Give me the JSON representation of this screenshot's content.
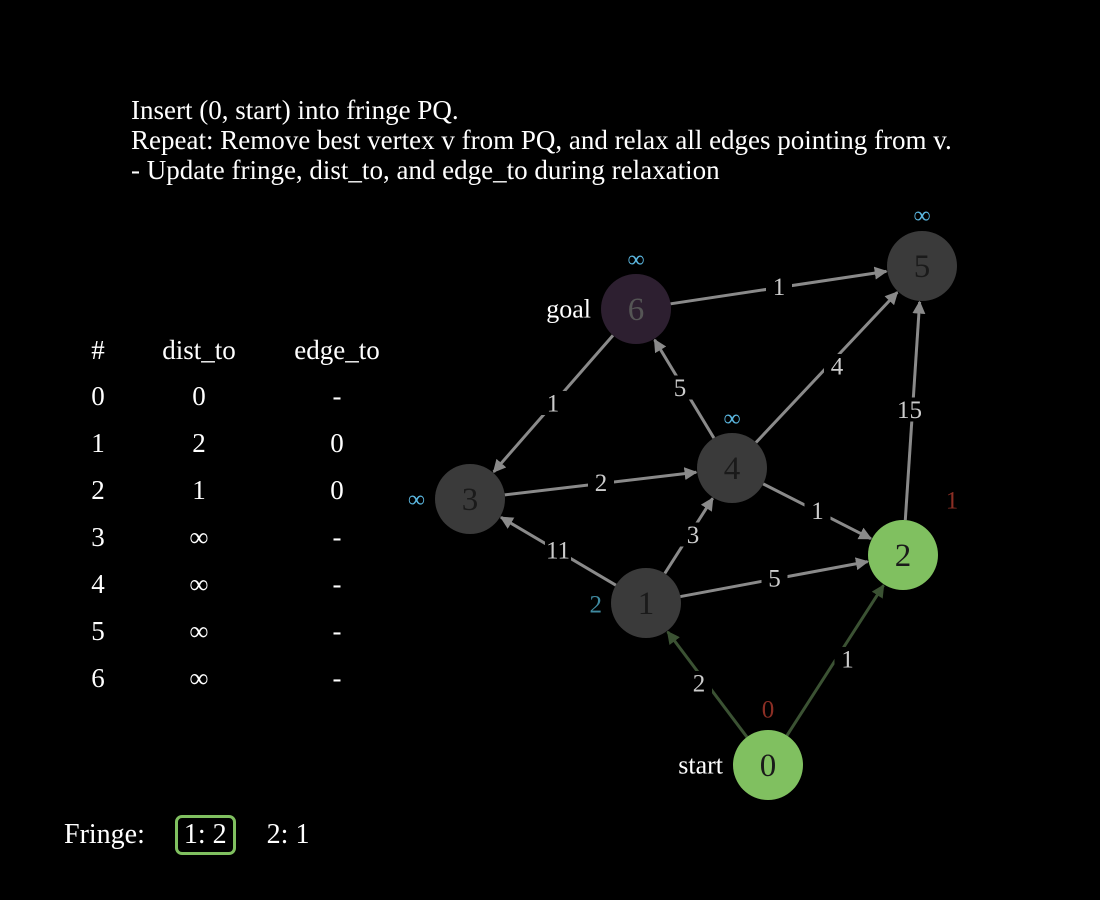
{
  "instructions": [
    "Insert (0, start) into fringe PQ.",
    "Repeat: Remove best vertex v from PQ, and relax all edges pointing from v.",
    "- Update fringe, dist_to, and edge_to during relaxation"
  ],
  "table": {
    "headers": [
      "#",
      "dist_to",
      "edge_to"
    ],
    "rows": [
      [
        "0",
        "0",
        "-"
      ],
      [
        "1",
        "2",
        "0"
      ],
      [
        "2",
        "1",
        "0"
      ],
      [
        "3",
        "∞",
        "-"
      ],
      [
        "4",
        "∞",
        "-"
      ],
      [
        "5",
        "∞",
        "-"
      ],
      [
        "6",
        "∞",
        "-"
      ]
    ]
  },
  "fringe": {
    "label": "Fringe:",
    "items": [
      {
        "text": "1: 2",
        "selected": true
      },
      {
        "text": "2: 1",
        "selected": false
      }
    ]
  },
  "colors": {
    "node_default": "#3a3a3a",
    "node_visited": "#80c060",
    "node_goal": "#2d1f30",
    "edge_default": "#8a8a8a",
    "edge_tree": "#3b5233",
    "dist_settled": "#8b2e24",
    "dist_infinite": "#5bb7e0",
    "dist_fringe": "#3f8aa0"
  },
  "graph": {
    "nodes": [
      {
        "id": "0",
        "label": "0",
        "state": "visited",
        "dist": "0",
        "dist_state": "settled",
        "tag": "start"
      },
      {
        "id": "1",
        "label": "1",
        "state": "default",
        "dist": "2",
        "dist_state": "fringe",
        "tag": ""
      },
      {
        "id": "2",
        "label": "2",
        "state": "visited",
        "dist": "1",
        "dist_state": "settled",
        "tag": ""
      },
      {
        "id": "3",
        "label": "3",
        "state": "default",
        "dist": "∞",
        "dist_state": "infinite",
        "tag": ""
      },
      {
        "id": "4",
        "label": "4",
        "state": "default",
        "dist": "∞",
        "dist_state": "infinite",
        "tag": ""
      },
      {
        "id": "5",
        "label": "5",
        "state": "default",
        "dist": "∞",
        "dist_state": "infinite",
        "tag": ""
      },
      {
        "id": "6",
        "label": "6",
        "state": "goal",
        "dist": "∞",
        "dist_state": "infinite",
        "tag": "goal"
      }
    ],
    "edges": [
      {
        "from": "0",
        "to": "1",
        "weight": "2",
        "tree": true
      },
      {
        "from": "0",
        "to": "2",
        "weight": "1",
        "tree": true
      },
      {
        "from": "1",
        "to": "3",
        "weight": "11",
        "tree": false
      },
      {
        "from": "1",
        "to": "4",
        "weight": "3",
        "tree": false
      },
      {
        "from": "1",
        "to": "2",
        "weight": "5",
        "tree": false
      },
      {
        "from": "3",
        "to": "4",
        "weight": "2",
        "tree": false
      },
      {
        "from": "4",
        "to": "6",
        "weight": "5",
        "tree": false
      },
      {
        "from": "4",
        "to": "5",
        "weight": "4",
        "tree": false
      },
      {
        "from": "4",
        "to": "2",
        "weight": "1",
        "tree": false
      },
      {
        "from": "6",
        "to": "3",
        "weight": "1",
        "tree": false
      },
      {
        "from": "6",
        "to": "5",
        "weight": "1",
        "tree": false
      },
      {
        "from": "2",
        "to": "5",
        "weight": "15",
        "tree": false
      }
    ]
  }
}
